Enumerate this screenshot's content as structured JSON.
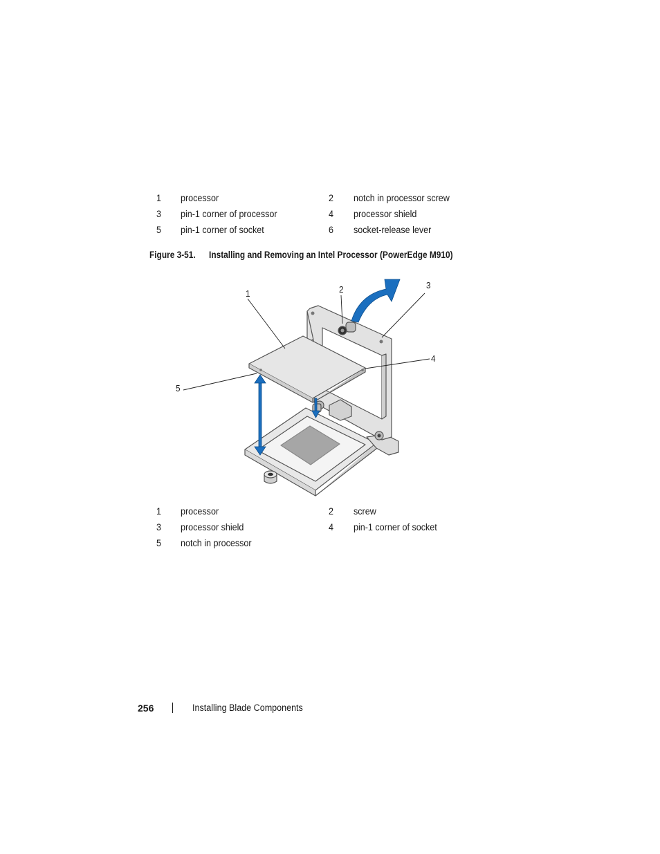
{
  "top_legend": [
    {
      "num": "1",
      "label": "processor"
    },
    {
      "num": "2",
      "label": "notch in processor screw"
    },
    {
      "num": "3",
      "label": "pin-1 corner of processor"
    },
    {
      "num": "4",
      "label": "processor shield"
    },
    {
      "num": "5",
      "label": "pin-1 corner of socket"
    },
    {
      "num": "6",
      "label": "socket-release lever"
    }
  ],
  "figure": {
    "number": "Figure 3-51.",
    "title": "Installing and Removing an Intel Processor (PowerEdge M910)",
    "callouts": [
      "1",
      "2",
      "3",
      "4",
      "5"
    ],
    "colors": {
      "arrow": "#1b6fbf",
      "line": "#555555",
      "fill": "#e6e6e6",
      "die": "#a6a6a6"
    }
  },
  "bottom_legend": [
    {
      "num": "1",
      "label": "processor"
    },
    {
      "num": "2",
      "label": "screw"
    },
    {
      "num": "3",
      "label": "processor shield"
    },
    {
      "num": "4",
      "label": "pin-1 corner of socket"
    },
    {
      "num": "5",
      "label": "notch in processor"
    }
  ],
  "footer": {
    "page_number": "256",
    "section": "Installing Blade Components"
  }
}
